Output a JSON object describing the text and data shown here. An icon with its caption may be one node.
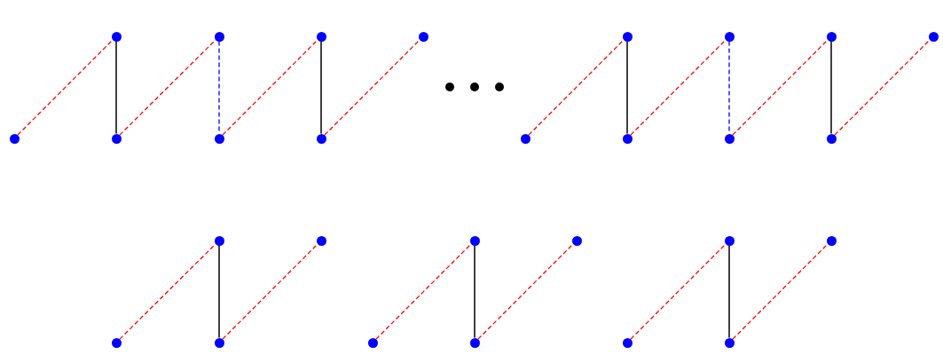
{
  "diagram": {
    "nodes": [
      {
        "text": [],
        "shape": "circle"
      },
      {
        "text": [],
        "shape": "circle"
      },
      {
        "text": [],
        "shape": "circle"
      },
      {
        "text": [],
        "shape": "circle"
      },
      {
        "text": [],
        "shape": "circle"
      },
      {
        "text": [],
        "shape": "circle"
      },
      {
        "text": [],
        "shape": "circle"
      },
      {
        "text": [],
        "shape": "circle"
      },
      {
        "text": [],
        "shape": "circle"
      },
      {
        "text": [],
        "shape": "circle"
      },
      {
        "text": [],
        "shape": "circle"
      },
      {
        "text": [],
        "shape": "circle"
      },
      {
        "text": [],
        "shape": "circle"
      },
      {
        "text": [],
        "shape": "circle"
      },
      {
        "text": [],
        "shape": "circle"
      },
      {
        "text": [],
        "shape": "circle"
      },
      {
        "text": [],
        "shape": "circle"
      },
      {
        "text": [],
        "shape": "circle"
      },
      {
        "text": [],
        "shape": "circle"
      },
      {
        "text": [],
        "shape": "circle"
      },
      {
        "text": [],
        "shape": "circle"
      },
      {
        "text": [],
        "shape": "circle"
      },
      {
        "text": [],
        "shape": "circle"
      },
      {
        "text": [],
        "shape": "circle"
      },
      {
        "text": [],
        "shape": "circle"
      },
      {
        "text": [],
        "shape": "circle"
      },
      {
        "text": [],
        "shape": "circle"
      },
      {
        "text": [],
        "shape": "circle"
      }
    ],
    "edges": [
      {
        "from": 8,
        "to": 0,
        "arrow": "none",
        "style": "dashed"
      },
      {
        "from": 0,
        "to": 9,
        "arrow": "none",
        "color": "#000000"
      },
      {
        "from": 9,
        "to": 1,
        "arrow": "none",
        "style": "dashed"
      },
      {
        "from": 1,
        "to": 10,
        "arrow": "none",
        "style": "dashed",
        "color": "#0000ff"
      },
      {
        "from": 10,
        "to": 2,
        "arrow": "none",
        "style": "dashed"
      },
      {
        "from": 2,
        "to": 11,
        "arrow": "none",
        "color": "#000000"
      },
      {
        "from": 11,
        "to": 3,
        "arrow": "none",
        "style": "dashed"
      },
      {
        "from": 12,
        "to": 4,
        "arrow": "none",
        "style": "dashed"
      },
      {
        "from": 4,
        "to": 13,
        "arrow": "none",
        "color": "#000000"
      },
      {
        "from": 13,
        "to": 5,
        "arrow": "none",
        "style": "dashed"
      },
      {
        "from": 5,
        "to": 14,
        "arrow": "none",
        "style": "dashed",
        "color": "#0000ff"
      },
      {
        "from": 14,
        "to": 6,
        "arrow": "none",
        "style": "dashed"
      },
      {
        "from": 6,
        "to": 15,
        "arrow": "none",
        "color": "#000000"
      },
      {
        "from": 15,
        "to": 7,
        "arrow": "none",
        "style": "dashed"
      },
      {
        "from": 22,
        "to": 16,
        "arrow": "none",
        "style": "dashed"
      },
      {
        "from": 16,
        "to": 23,
        "arrow": "none",
        "color": "#000000"
      },
      {
        "from": 23,
        "to": 17,
        "arrow": "none",
        "style": "dashed"
      },
      {
        "from": 24,
        "to": 18,
        "arrow": "none",
        "style": "dashed"
      },
      {
        "from": 18,
        "to": 25,
        "arrow": "none",
        "color": "#000000"
      },
      {
        "from": 25,
        "to": 19,
        "arrow": "none",
        "style": "dashed"
      },
      {
        "from": 26,
        "to": 20,
        "arrow": "none",
        "style": "dashed"
      },
      {
        "from": 20,
        "to": 27,
        "arrow": "none",
        "color": "#000000"
      },
      {
        "from": 27,
        "to": 21,
        "arrow": "none",
        "style": "dashed"
      }
    ]
  }
}
